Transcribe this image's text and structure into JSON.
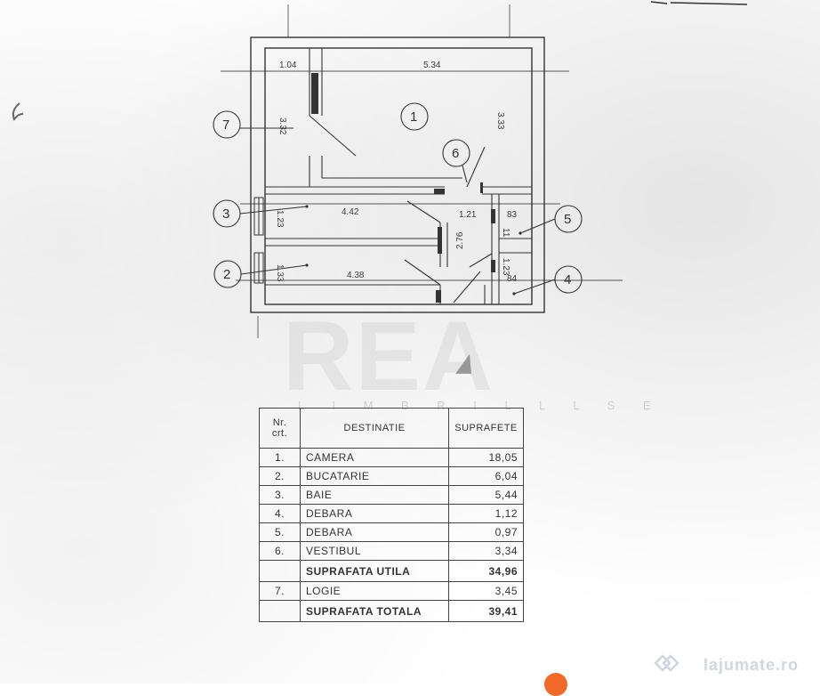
{
  "plan": {
    "dims": {
      "top_left": "1.04",
      "top_main": "5.34",
      "logie_h": "3.32",
      "camera_h": "3.33",
      "baie_h": "1.23",
      "baie_w": "4.42",
      "vest_w": "1.21",
      "debara5_w": "83",
      "debara5_h": "11",
      "vest_h": "2.76",
      "buc_h": "1.33",
      "buc_w": "4.38",
      "debara4_h": "1.23",
      "debara4_w": "84"
    },
    "markers": [
      "1",
      "2",
      "3",
      "4",
      "5",
      "6",
      "7"
    ]
  },
  "watermark": {
    "main": "REA",
    "sub": "L I M B R I L L L S E"
  },
  "table": {
    "headers": [
      "Nr. crt.",
      "DESTINATIE",
      "SUPRAFETE"
    ],
    "rows": [
      {
        "nr": "1.",
        "name": "CAMERA",
        "val": "18,05"
      },
      {
        "nr": "2.",
        "name": "BUCATARIE",
        "val": "6,04"
      },
      {
        "nr": "3.",
        "name": "BAIE",
        "val": "5,44"
      },
      {
        "nr": "4.",
        "name": "DEBARA",
        "val": "1,12"
      },
      {
        "nr": "5.",
        "name": "DEBARA",
        "val": "0,97"
      },
      {
        "nr": "6.",
        "name": "VESTIBUL",
        "val": "3,34"
      }
    ],
    "util": {
      "name": "SUPRAFATA UTILA",
      "val": "34,96"
    },
    "logie": {
      "nr": "7.",
      "name": "LOGIE",
      "val": "3,45"
    },
    "total": {
      "name": "SUPRAFATA TOTALA",
      "val": "39,41"
    }
  },
  "brand": {
    "site": "lajumate.ro",
    "accent": "#f26a2a"
  }
}
